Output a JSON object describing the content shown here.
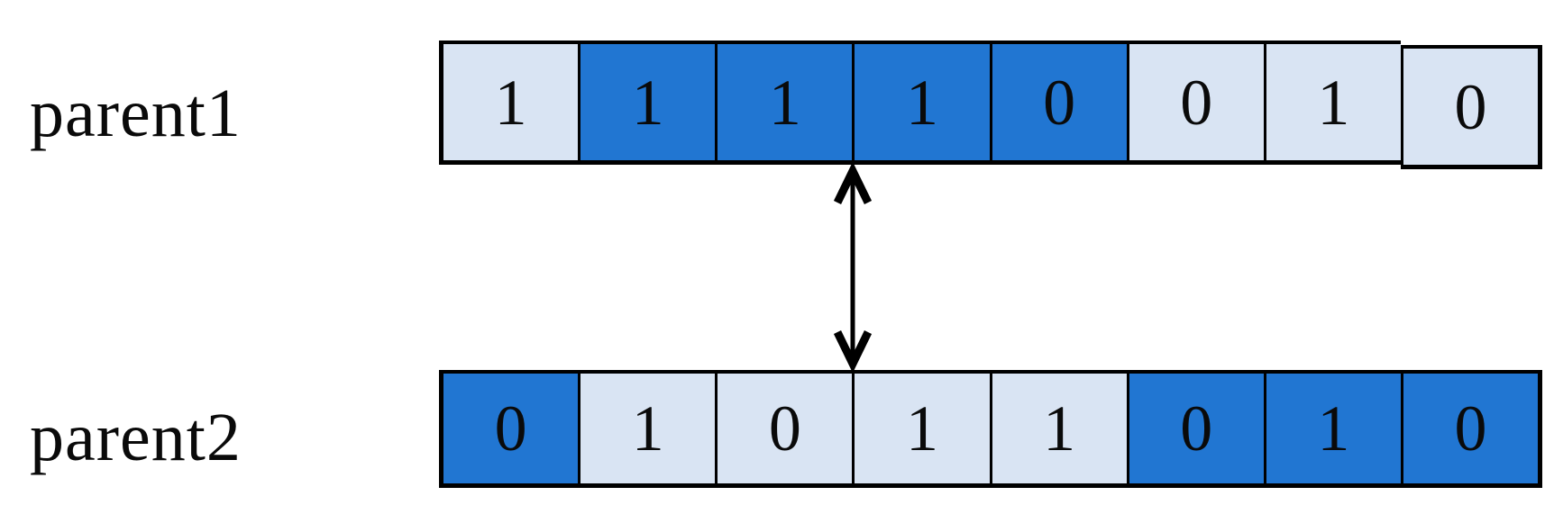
{
  "diagram": {
    "rows": [
      {
        "label": "parent1",
        "cells": [
          {
            "value": "1",
            "tone": "light"
          },
          {
            "value": "1",
            "tone": "dark"
          },
          {
            "value": "1",
            "tone": "dark"
          },
          {
            "value": "1",
            "tone": "dark"
          },
          {
            "value": "0",
            "tone": "dark"
          },
          {
            "value": "0",
            "tone": "light"
          },
          {
            "value": "1",
            "tone": "light"
          },
          {
            "value": "0",
            "tone": "light"
          }
        ]
      },
      {
        "label": "parent2",
        "cells": [
          {
            "value": "0",
            "tone": "dark"
          },
          {
            "value": "1",
            "tone": "light"
          },
          {
            "value": "0",
            "tone": "light"
          },
          {
            "value": "1",
            "tone": "light"
          },
          {
            "value": "1",
            "tone": "light"
          },
          {
            "value": "0",
            "tone": "dark"
          },
          {
            "value": "1",
            "tone": "dark"
          },
          {
            "value": "0",
            "tone": "dark"
          }
        ]
      }
    ],
    "arrow_icon": "double-headed-vertical-arrow",
    "colors": {
      "dark_cell": "#2176D2",
      "light_cell": "#D9E4F3",
      "border": "#000000",
      "text": "#0A0A0A",
      "arrow": "#000000",
      "background": "#FFFFFF"
    }
  }
}
